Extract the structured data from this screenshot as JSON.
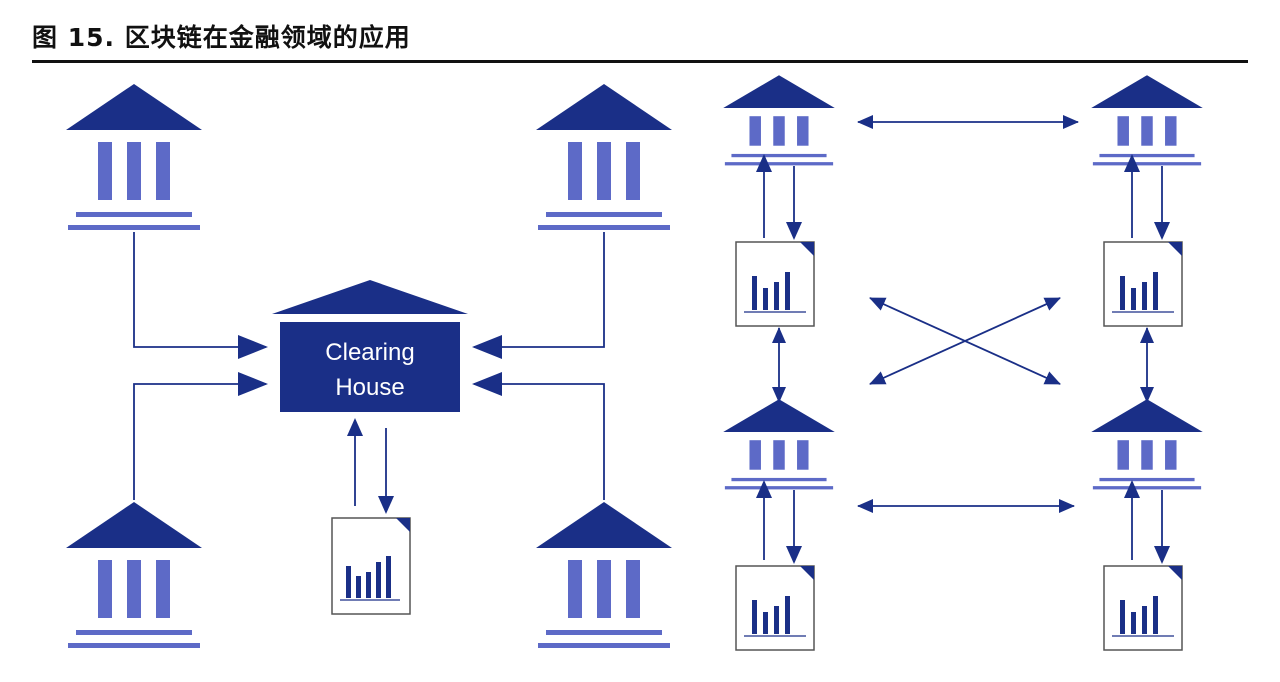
{
  "title": "图 15. 区块链在金融领域的应用",
  "clearing_house": {
    "line1": "Clearing",
    "line2": "House"
  },
  "colors": {
    "dark": "#1a2f87",
    "light": "#5d6ac7",
    "frame": "#555555",
    "arrow": "#1a2f87"
  }
}
